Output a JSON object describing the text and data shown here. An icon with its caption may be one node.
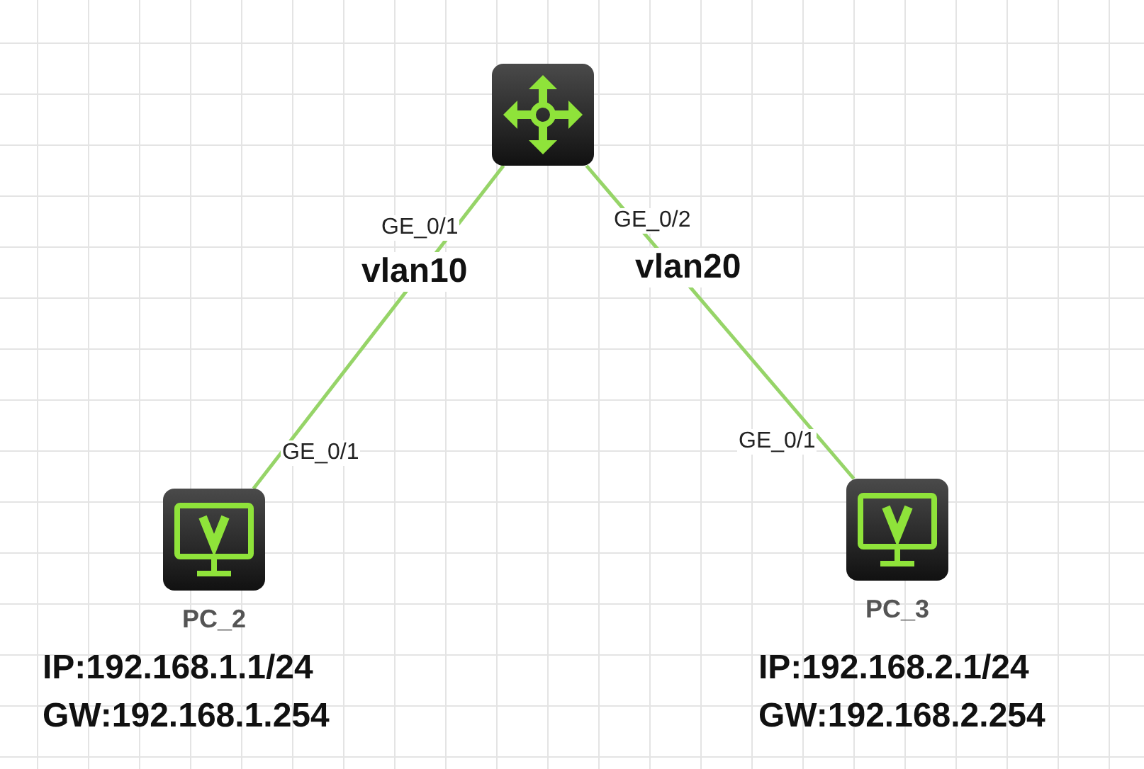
{
  "diagram": {
    "nodes": [
      {
        "text": [],
        "shape": "box"
      },
      {
        "text": [
          "PC_2"
        ],
        "beside": [
          "IP:192.168.1.1/24",
          "GW:192.168.1.254"
        ]
      },
      {
        "text": [
          "PC_3"
        ],
        "beside": [
          "IP:192.168.2.1/24",
          "GW:192.168.2.254"
        ]
      }
    ],
    "edges": [
      {
        "from": 0,
        "to": 1,
        "arrow": "none",
        "label": "vlan10",
        "color": "#96d468"
      },
      {
        "from": 0,
        "to": 2,
        "arrow": "none",
        "label": "vlan20",
        "color": "#96d468"
      }
    ],
    "labels": [
      "GE_0/1",
      "GE_0/2",
      "GE_0/1",
      "GE_0/1"
    ]
  }
}
